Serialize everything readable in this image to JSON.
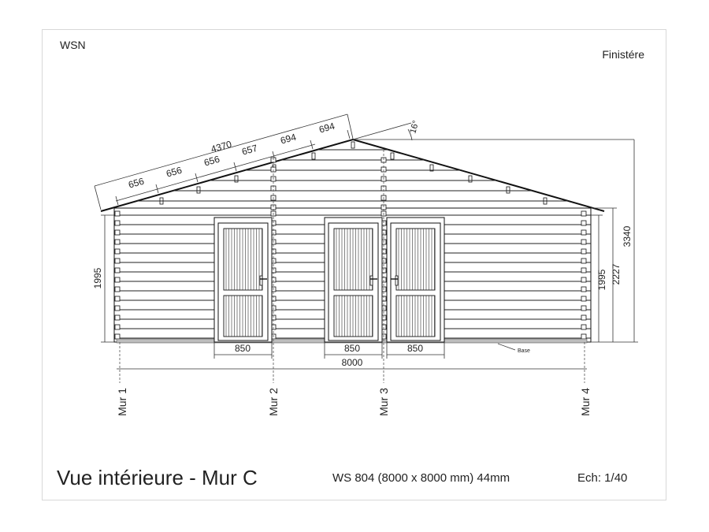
{
  "header": {
    "company": "WSN",
    "region": "Finistére"
  },
  "footer": {
    "title": "Vue intérieure - Mur C",
    "model": "WS 804 (8000 x 8000 mm) 44mm",
    "scale": "Ech: 1/40"
  },
  "roof": {
    "slope_length": "4370",
    "segments": [
      "656",
      "656",
      "656",
      "657",
      "694",
      "694"
    ],
    "pitch": "16°"
  },
  "dims": {
    "height_left": "1995",
    "height_right_wall": "1995",
    "height_right_door": "2227",
    "height_total": "3340",
    "door_widths": [
      "850",
      "850",
      "850"
    ],
    "total_width": "8000",
    "base_label": "Base"
  },
  "walls": [
    "Mur 1",
    "Mur 2",
    "Mur 3",
    "Mur 4"
  ]
}
